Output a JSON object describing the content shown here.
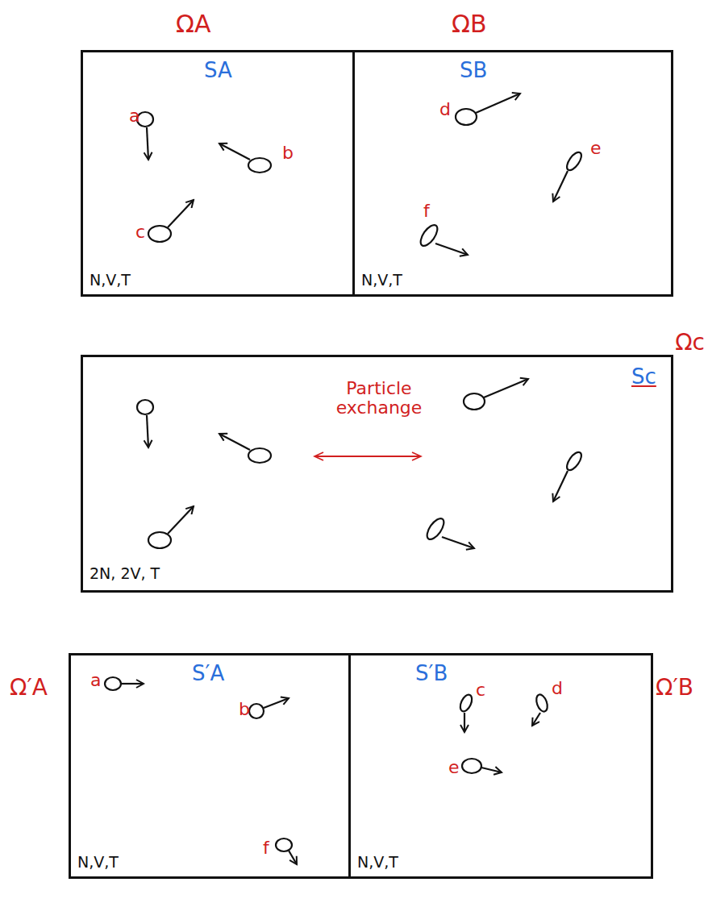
{
  "diagram": {
    "nodes": [
      {
        "text": [
          "ΩA",
          "SA",
          "N,V,T"
        ]
      },
      {
        "text": [
          "ΩB",
          "SB",
          "N,V,T"
        ]
      },
      {
        "text": [
          "Ωc",
          "Sc",
          "2N, 2V, T"
        ]
      },
      {
        "text": [
          "Ω′A",
          "S′A",
          "N,V,T"
        ]
      },
      {
        "text": [
          "Ω′B",
          "S′B",
          "N,V,T"
        ]
      }
    ],
    "labels": [
      "a",
      "b",
      "c",
      "d",
      "e",
      "f",
      "Particle exchange",
      "a",
      "b",
      "f",
      "c",
      "d",
      "e"
    ]
  }
}
